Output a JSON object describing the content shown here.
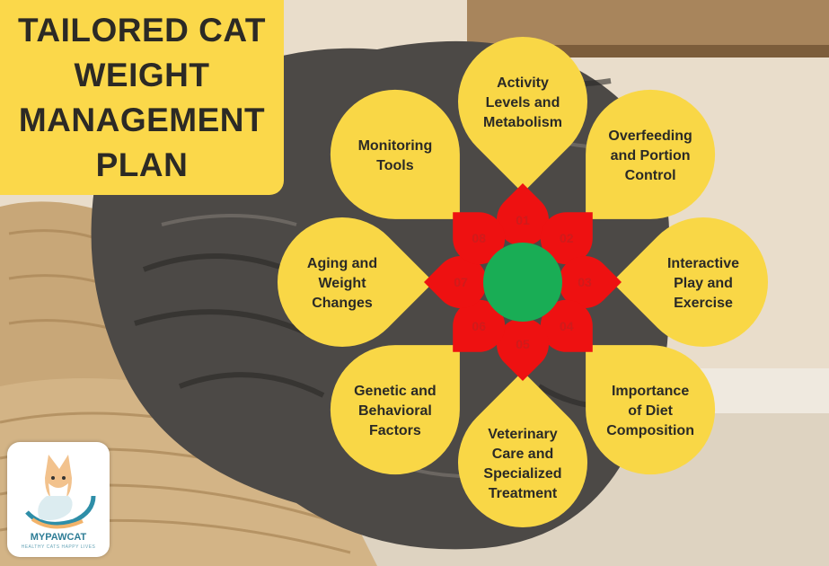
{
  "title": "TAILORED CAT\nWEIGHT\nMANAGEMENT\nPLAN",
  "colors": {
    "petal": "#f9d746",
    "number_drop": "#ee1111",
    "center": "#19ad55",
    "title_bg": "#fbd84a",
    "wall": "#e8dcca",
    "cat_fur": "#4a4744",
    "basket": "#c8a778"
  },
  "center_icon": "center-circle",
  "steps": [
    {
      "number": "01",
      "label": "Activity\nLevels and\nMetabolism"
    },
    {
      "number": "02",
      "label": "Overfeeding\nand Portion\nControl"
    },
    {
      "number": "03",
      "label": "Interactive\nPlay and\nExercise"
    },
    {
      "number": "04",
      "label": "Importance\nof Diet\nComposition"
    },
    {
      "number": "05",
      "label": "Veterinary\nCare and\nSpecialized\nTreatment"
    },
    {
      "number": "06",
      "label": "Genetic and\nBehavioral\nFactors"
    },
    {
      "number": "07",
      "label": "Aging and\nWeight\nChanges"
    },
    {
      "number": "08",
      "label": "Monitoring\nTools"
    }
  ],
  "logo": {
    "name": "MYPAWCAT",
    "tagline": "HEALTHY CATS HAPPY LIVES",
    "icon": "cat-logo-icon"
  }
}
